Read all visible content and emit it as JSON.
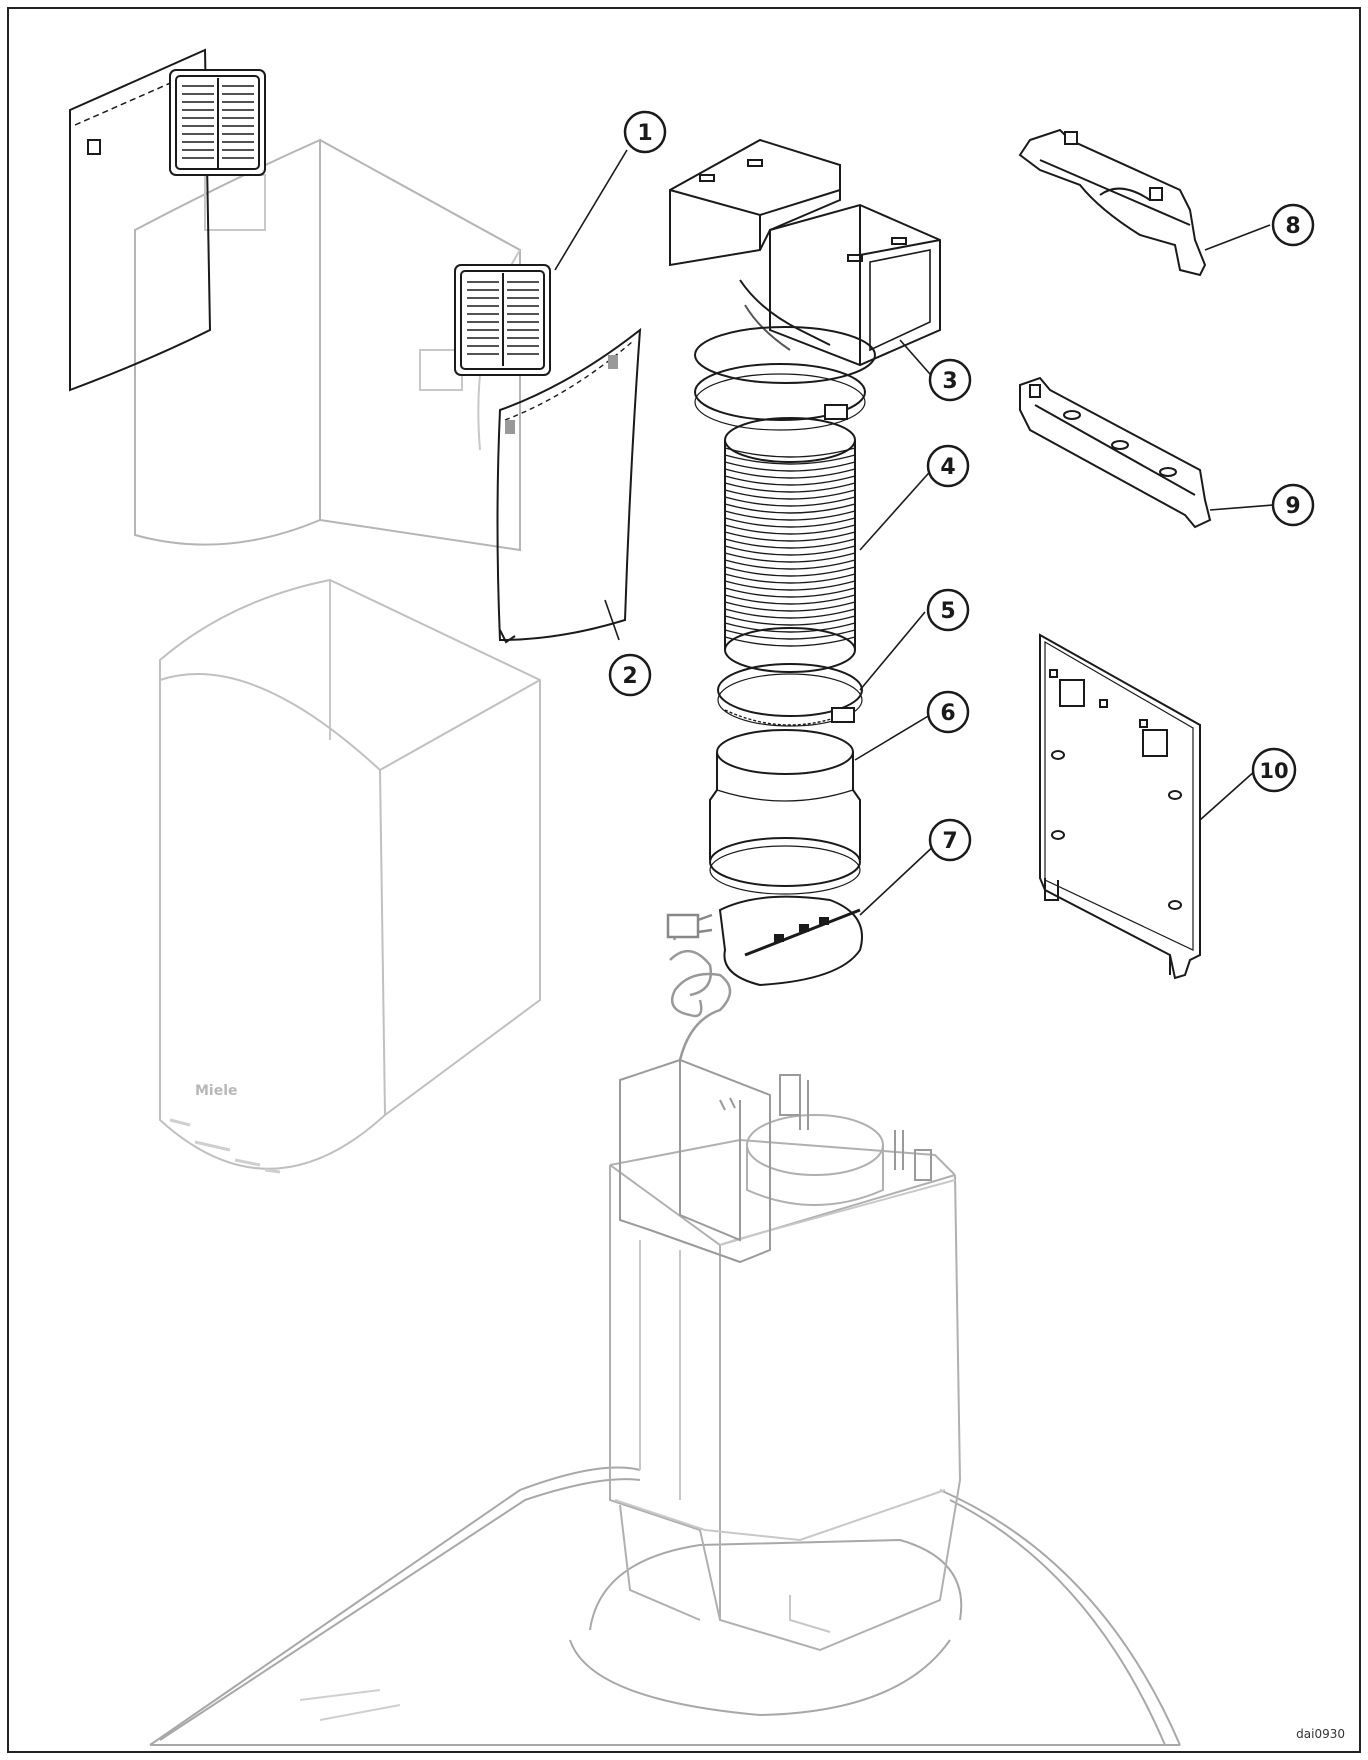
{
  "callouts": [
    {
      "label": "1"
    },
    {
      "label": "2"
    },
    {
      "label": "3"
    },
    {
      "label": "4"
    },
    {
      "label": "5"
    },
    {
      "label": "6"
    },
    {
      "label": "7"
    },
    {
      "label": "8"
    },
    {
      "label": "9"
    },
    {
      "label": "10"
    }
  ],
  "brand_mark": "Miele",
  "drawing_code": "dai0930",
  "colors": {
    "line_dark": "#1a1a1a",
    "line_mid": "#555555",
    "line_light": "#9a9a9a",
    "line_ghost": "#c2c2c2",
    "paper": "#ffffff"
  }
}
